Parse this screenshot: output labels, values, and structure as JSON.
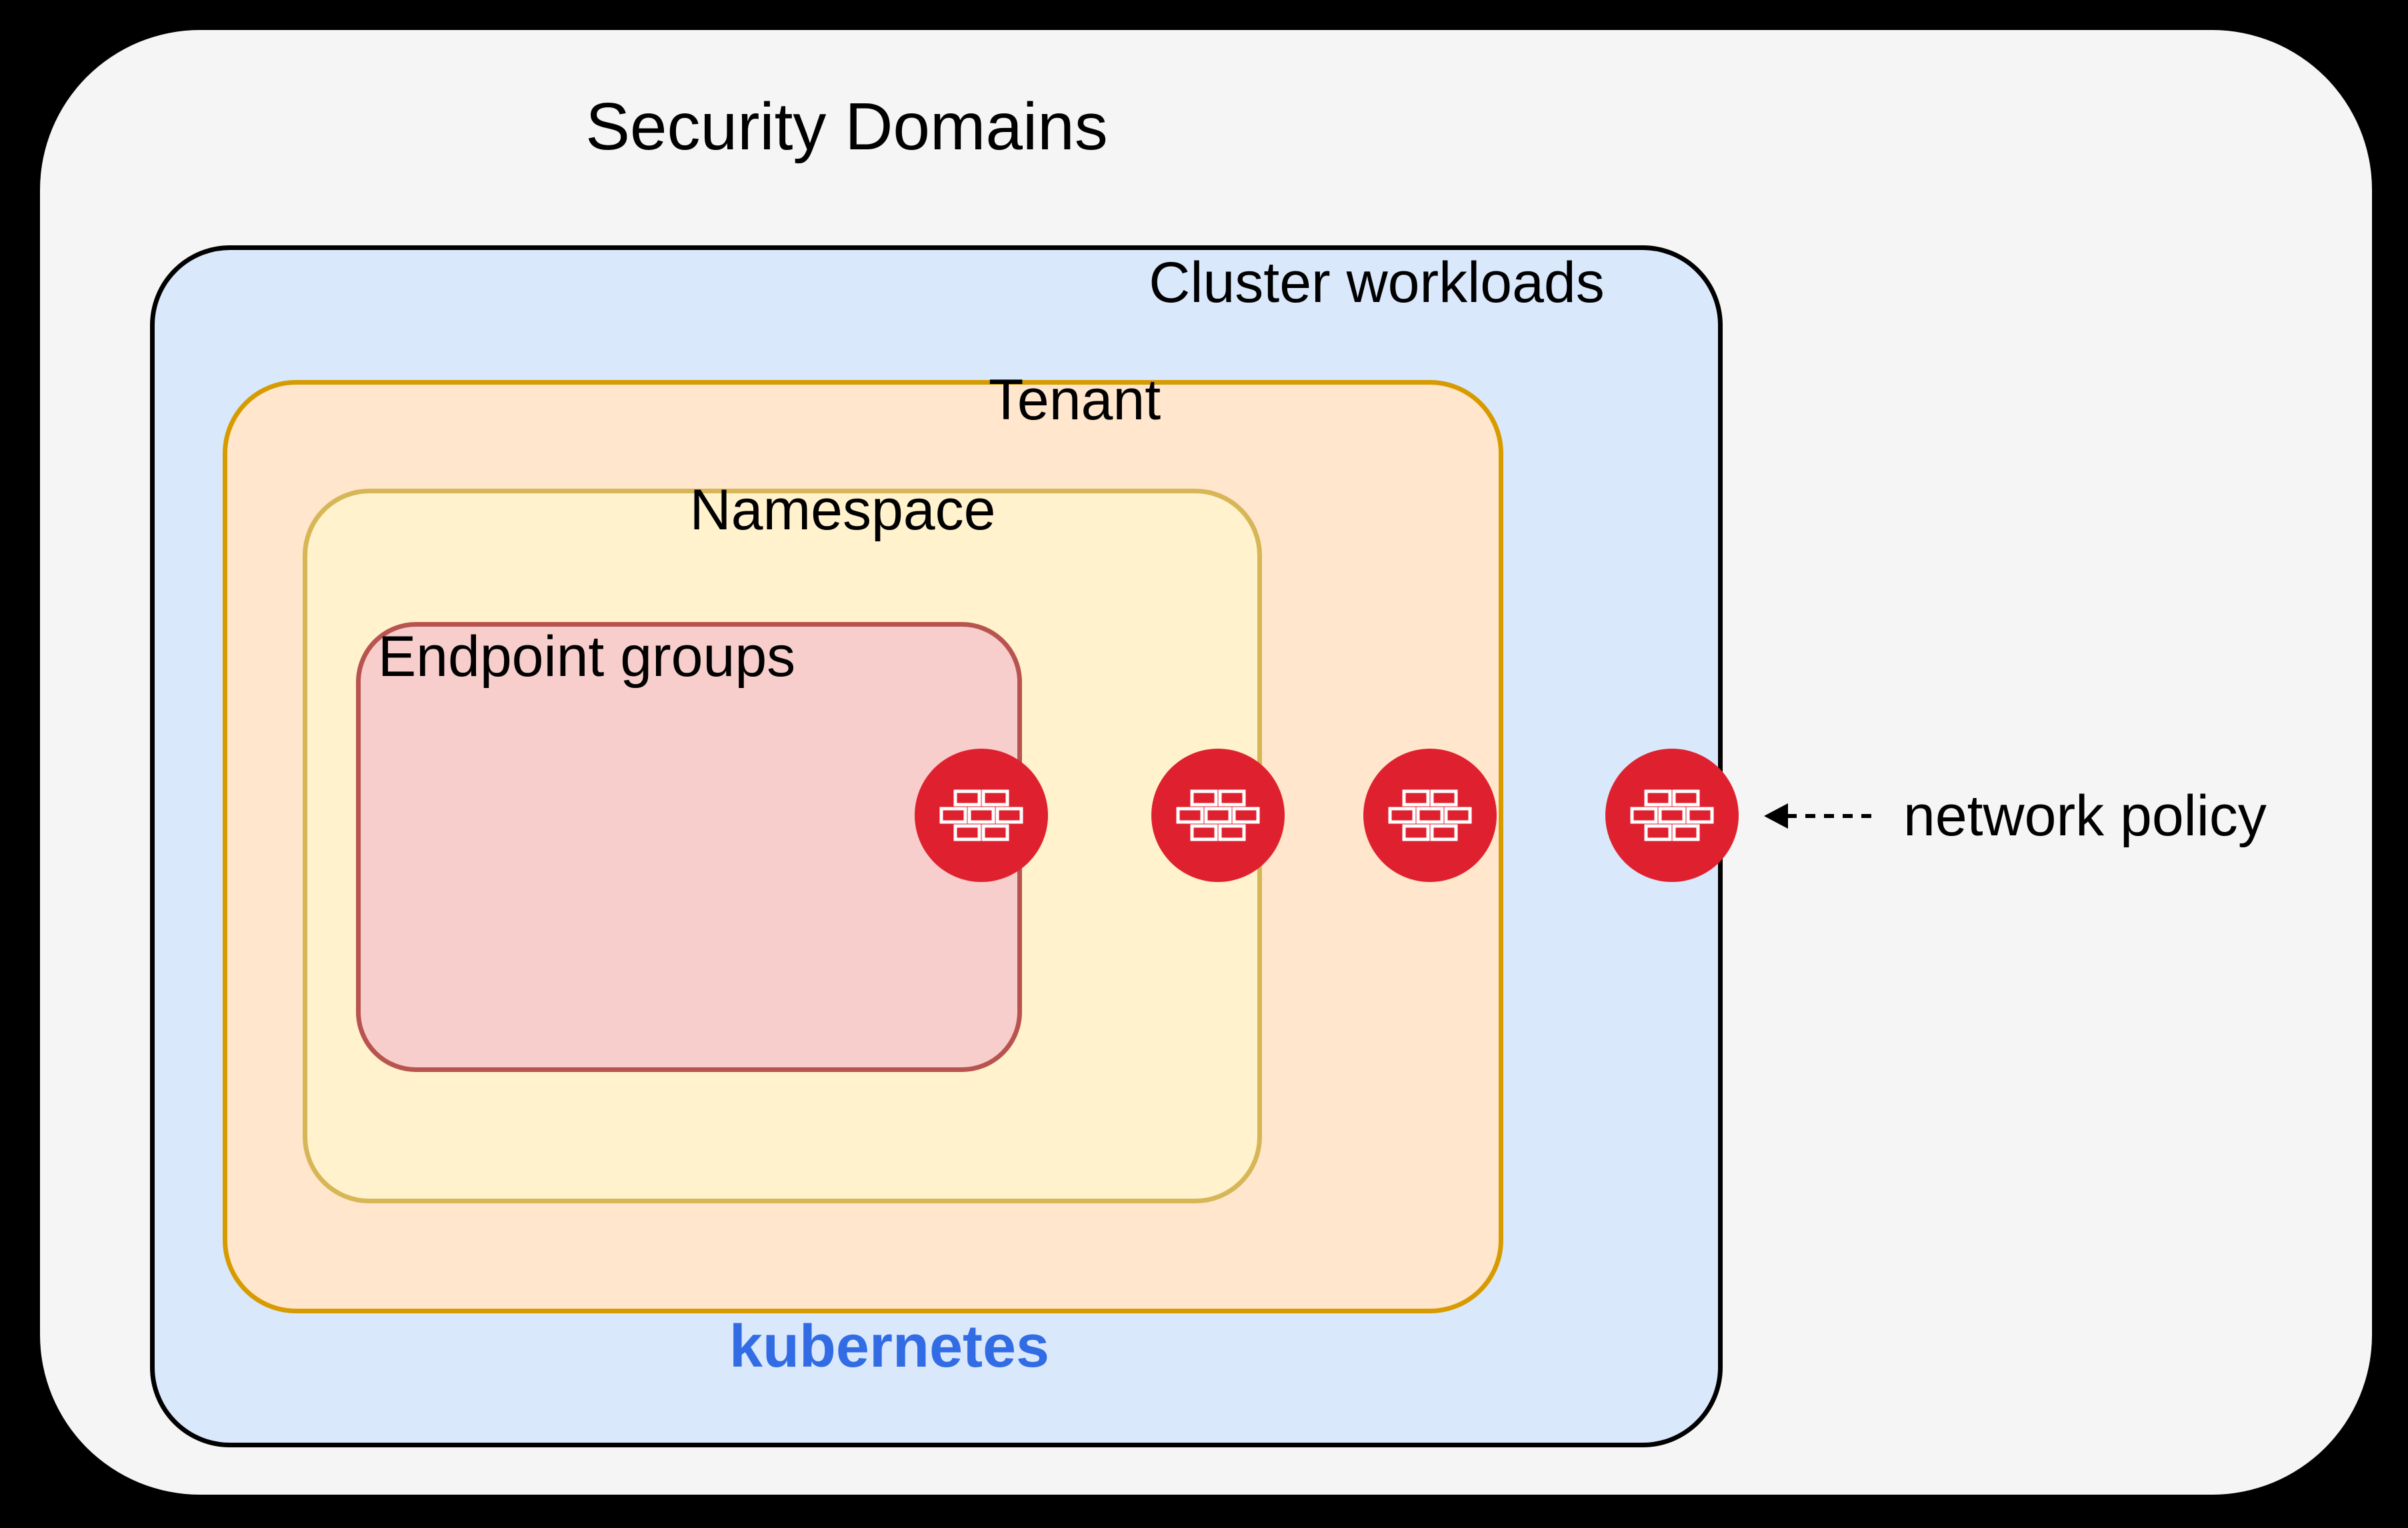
{
  "title": "Security Domains",
  "colors": {
    "background": "#000000",
    "panel": "#F5F5F5",
    "cluster_fill": "#DAE8FC",
    "cluster_stroke": "#000000",
    "tenant_fill": "#FFE6CC",
    "tenant_stroke": "#D79B00",
    "namespace_fill": "#FFF2CC",
    "namespace_stroke": "#D6B656",
    "endpoint_fill": "#F8CECC",
    "endpoint_stroke": "#B85450",
    "firewall_red": "#DF212F",
    "kubernetes_blue": "#326CE5",
    "text": "#000000"
  },
  "boxes": {
    "cluster": {
      "label": "Cluster workloads"
    },
    "tenant": {
      "label": "Tenant"
    },
    "namespace": {
      "label": "Namespace"
    },
    "endpoint_groups": {
      "label": "Endpoint groups"
    }
  },
  "kubernetes": {
    "label": "kubernetes"
  },
  "network_policy": {
    "label": "network policy",
    "arrow": "dashed, pointing left"
  },
  "icons": {
    "firewall": {
      "name": "firewall-icon",
      "shape": "red circle with white brick-wall glyph",
      "count": 4,
      "placement": "one on each nested domain boundary at mid height"
    }
  }
}
